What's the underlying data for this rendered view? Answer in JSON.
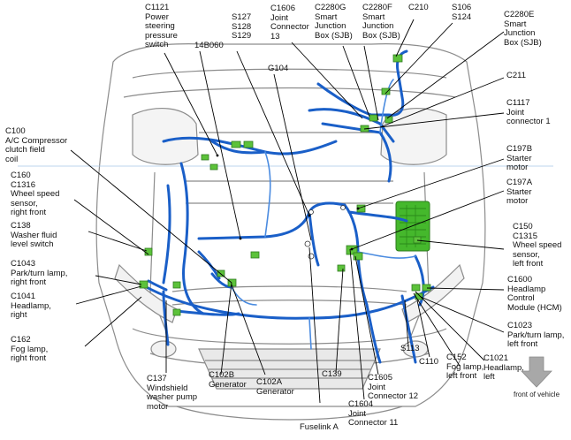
{
  "labels": [
    {
      "id": "C1121",
      "text": "C1121\nPower\nsteering\npressure\nswitch"
    },
    {
      "id": "14B060",
      "text": "14B060"
    },
    {
      "id": "S127",
      "text": "S127\nS128\nS129"
    },
    {
      "id": "C1606",
      "text": "C1606\nJoint\nConnector\n13"
    },
    {
      "id": "G104",
      "text": "G104"
    },
    {
      "id": "C2280G",
      "text": "C2280G\nSmart\nJunction\nBox (SJB)"
    },
    {
      "id": "C2280F",
      "text": "C2280F\nSmart\nJunction\nBox (SJB)"
    },
    {
      "id": "C210",
      "text": "C210"
    },
    {
      "id": "S106",
      "text": "S106\nS124"
    },
    {
      "id": "C2280E",
      "text": "C2280E\nSmart\nJunction\nBox (SJB)"
    },
    {
      "id": "C211",
      "text": "C211"
    },
    {
      "id": "C1117",
      "text": "C1117\nJoint\nconnector 1"
    },
    {
      "id": "C197B",
      "text": "C197B\nStarter\nmotor"
    },
    {
      "id": "C197A",
      "text": "C197A\nStarter\nmotor"
    },
    {
      "id": "C150",
      "text": "C150\nC1315\nWheel speed\nsensor,\nleft front"
    },
    {
      "id": "C1600",
      "text": "C1600\nHeadlamp\nControl\nModule (HCM)"
    },
    {
      "id": "C1023",
      "text": "C1023\nPark/turn lamp,\nleft front"
    },
    {
      "id": "C1021",
      "text": "C1021\nHeadlamp,\nleft"
    },
    {
      "id": "C152",
      "text": "C152\nFog lamp,\nleft front"
    },
    {
      "id": "C110",
      "text": "C110"
    },
    {
      "id": "S113",
      "text": "S113"
    },
    {
      "id": "C1605",
      "text": "C1605\nJoint\nConnector 12"
    },
    {
      "id": "C1604",
      "text": "C1604\nJoint\nConnector 11"
    },
    {
      "id": "C139",
      "text": "C139"
    },
    {
      "id": "FuselinkA",
      "text": "Fuselink A"
    },
    {
      "id": "C102A",
      "text": "C102A\nGenerator"
    },
    {
      "id": "C102B",
      "text": "C102B\nGenerator"
    },
    {
      "id": "C137",
      "text": "C137\nWindshield\nwasher pump\nmotor"
    },
    {
      "id": "C162",
      "text": "C162\nFog lamp,\nright front"
    },
    {
      "id": "C1041",
      "text": "C1041\nHeadlamp,\nright"
    },
    {
      "id": "C1043",
      "text": "C1043\nPark/turn lamp,\nright front"
    },
    {
      "id": "C138",
      "text": "C138\nWasher fluid\nlevel switch"
    },
    {
      "id": "C160",
      "text": "C160\nC1316\nWheel speed\nsensor,\nright front"
    },
    {
      "id": "C100",
      "text": "C100\nA/C Compressor\nclutch field\ncoil"
    }
  ],
  "front_of_vehicle": "front of vehicle",
  "colors": {
    "harness": "#1a5fc8",
    "harness_light": "#4a8be0",
    "connector": "#5cc23a",
    "line": "#000000",
    "body": "#9a9a9a",
    "sjb_green": "#3fb52a",
    "arrow": "#a8a8a8"
  }
}
